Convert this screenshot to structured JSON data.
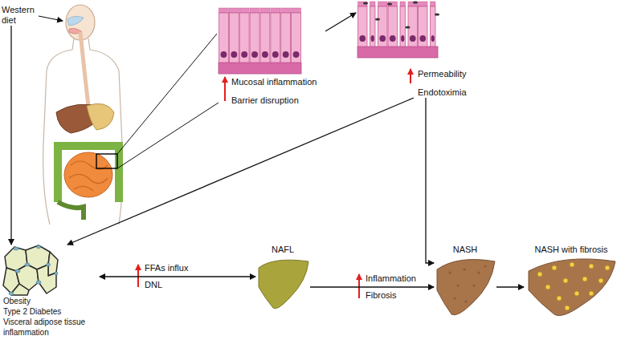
{
  "diagram": {
    "nodes": [
      {
        "text": [
          "Western diet"
        ]
      },
      {
        "text": [
          "Mucosal inflammation",
          "Barrier disruption"
        ]
      },
      {
        "text": [
          "Permeability",
          "Endotoximia"
        ]
      },
      {
        "text": [
          "Obesity",
          "Type 2 Diabetes",
          "Visceral adipose tissue inflammation"
        ]
      },
      {
        "text": [
          "NAFL"
        ]
      },
      {
        "text": [
          "NASH"
        ]
      },
      {
        "text": [
          "NASH with fibrosis"
        ]
      }
    ],
    "edges": [
      {
        "from": 0,
        "to": 3,
        "arrow": "to"
      },
      {
        "from": 1,
        "to": 2,
        "arrow": "to"
      },
      {
        "from": 2,
        "to": 3,
        "arrow": "to"
      },
      {
        "from": 2,
        "to": 5,
        "arrow": "to"
      },
      {
        "from": 3,
        "to": 4,
        "arrow": "both"
      },
      {
        "from": 4,
        "to": 5,
        "arrow": "to"
      },
      {
        "from": 5,
        "to": 6,
        "arrow": "to"
      }
    ],
    "labels": [
      "FFAs influx",
      "DNL",
      "Inflammation",
      "Fibrosis"
    ]
  }
}
